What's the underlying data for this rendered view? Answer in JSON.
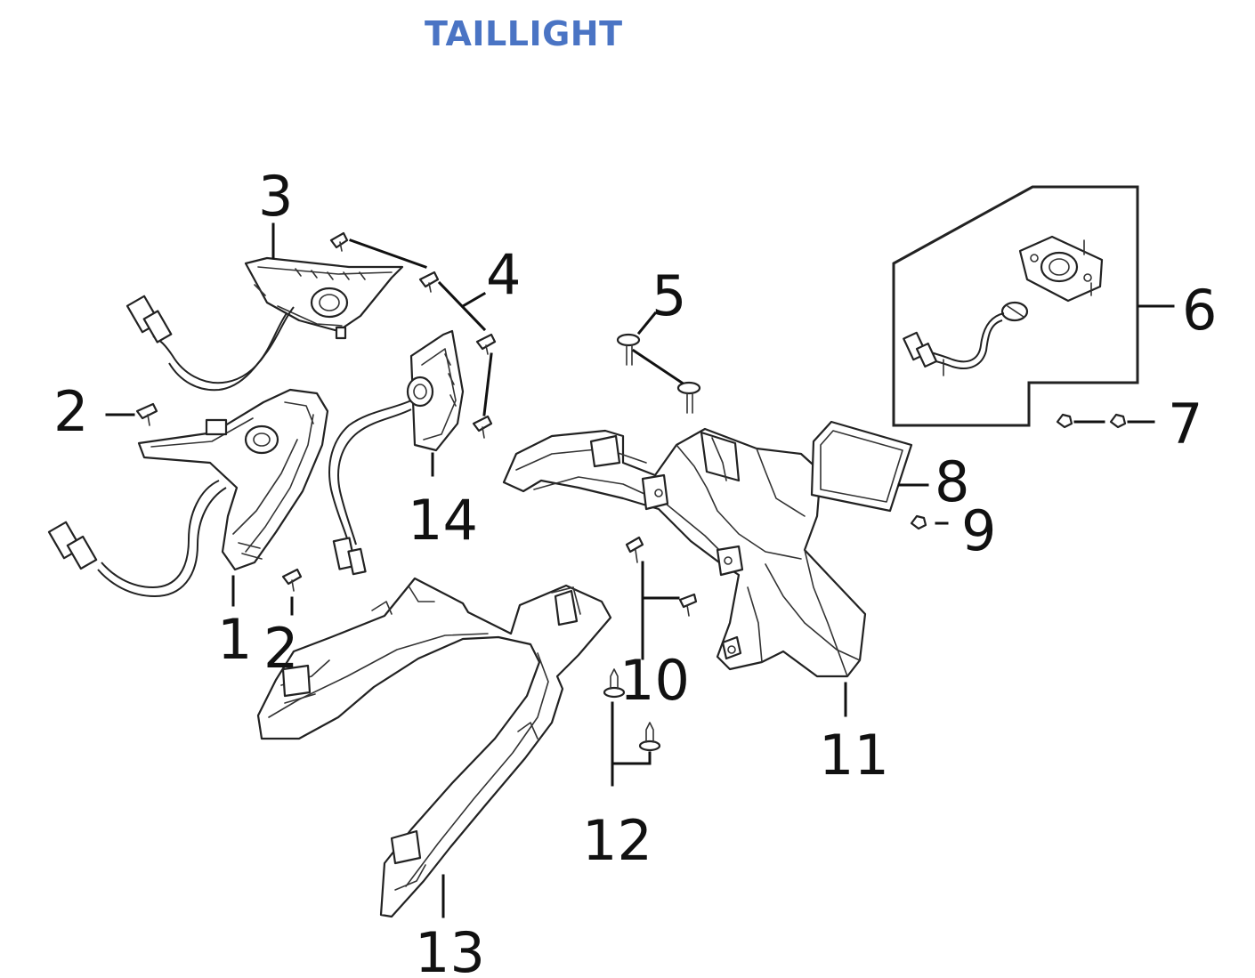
{
  "title": "TAILLIGHT",
  "callouts": [
    {
      "id": "1",
      "text": "1"
    },
    {
      "id": "2a",
      "text": "2"
    },
    {
      "id": "2b",
      "text": "2"
    },
    {
      "id": "3",
      "text": "3"
    },
    {
      "id": "4",
      "text": "4"
    },
    {
      "id": "5",
      "text": "5"
    },
    {
      "id": "6",
      "text": "6"
    },
    {
      "id": "7",
      "text": "7"
    },
    {
      "id": "8",
      "text": "8"
    },
    {
      "id": "9",
      "text": "9"
    },
    {
      "id": "10",
      "text": "10"
    },
    {
      "id": "11",
      "text": "11"
    },
    {
      "id": "12",
      "text": "12"
    },
    {
      "id": "13",
      "text": "13"
    },
    {
      "id": "14",
      "text": "14"
    }
  ]
}
